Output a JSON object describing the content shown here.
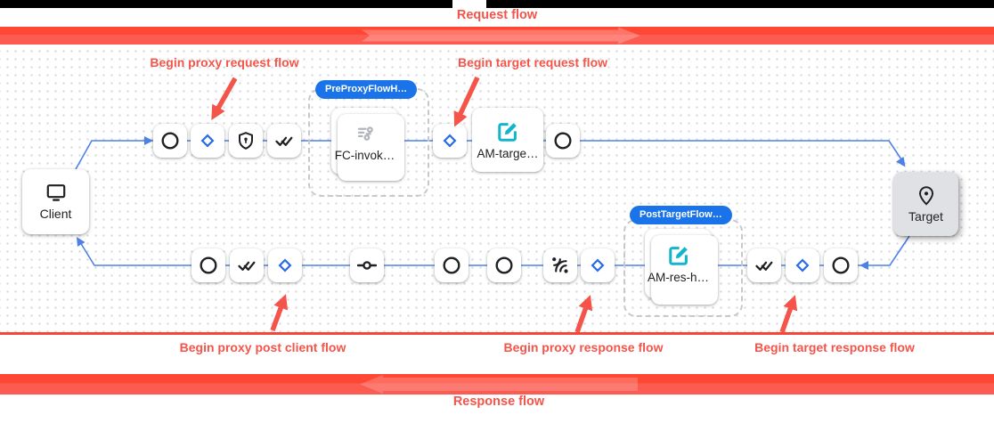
{
  "annotations": {
    "request_flow": "Request flow",
    "response_flow": "Response flow",
    "begin_proxy_request": "Begin proxy request flow",
    "begin_target_request": "Begin target request flow",
    "begin_proxy_post_client": "Begin proxy post client flow",
    "begin_proxy_response": "Begin proxy response flow",
    "begin_target_response": "Begin target response flow"
  },
  "diagram": {
    "client": {
      "label": "Client",
      "icon": "monitor-icon"
    },
    "target": {
      "label": "Target",
      "icon": "location-pin-icon"
    },
    "groups": [
      {
        "badge": "PreProxyFlowH…",
        "card": {
          "label": "FC-invok…",
          "icon": "flow-callout-icon",
          "stacked": true
        }
      },
      {
        "badge": "PostTargetFlow…",
        "card": {
          "label": "AM-res-h…",
          "icon": "edit-square-icon",
          "stacked": true
        }
      }
    ],
    "cards": [
      {
        "label": "AM-targe…",
        "icon": "edit-square-icon"
      }
    ],
    "request_step_icons": [
      "circle",
      "diamond",
      "shield-key",
      "double-check",
      "diamond",
      "circle"
    ],
    "response_step_icons": [
      "circle",
      "double-check",
      "diamond",
      "inline-connector",
      "circle",
      "circle",
      "antenna",
      "diamond",
      "double-check",
      "diamond",
      "circle"
    ]
  },
  "colors": {
    "badge_blue": "#1a73e8",
    "edge_blue": "#4d80e8",
    "annotation_red": "#f4544a",
    "band_red": "#ff4734",
    "policy_teal": "#12b5cb",
    "target_gray": "#dfe1e4"
  }
}
